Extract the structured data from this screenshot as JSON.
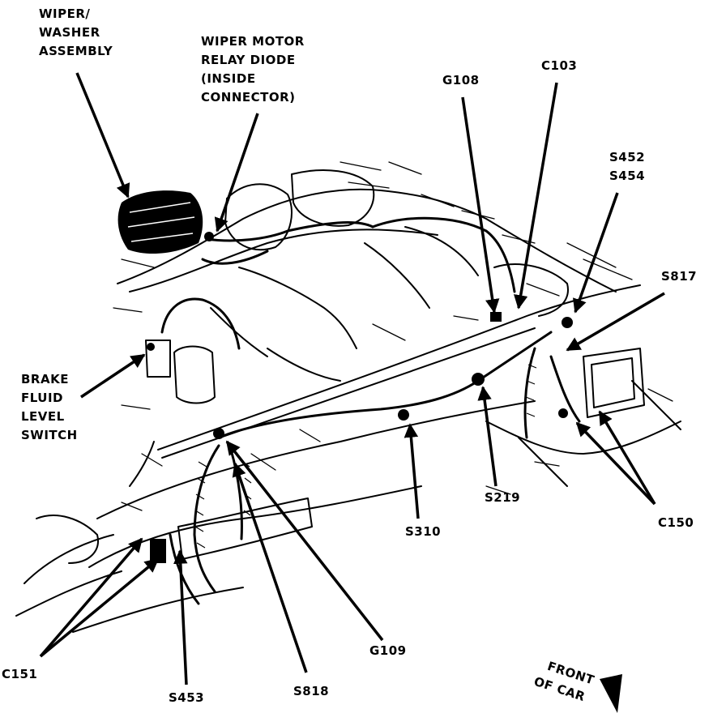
{
  "labels": {
    "wiper_washer": [
      "WIPER/",
      "WASHER",
      "ASSEMBLY"
    ],
    "relay_diode": [
      "WIPER MOTOR",
      "RELAY DIODE",
      "(INSIDE",
      "CONNECTOR)"
    ],
    "g108": "G108",
    "c103": "C103",
    "s452": [
      "S452",
      "S454"
    ],
    "s817": "S817",
    "brake_switch": [
      "BRAKE",
      "FLUID",
      "LEVEL",
      "SWITCH"
    ],
    "s219": "S219",
    "s310": "S310",
    "c150": "C150",
    "c151": "C151",
    "s453": "S453",
    "s818": "S818",
    "g109": "G109",
    "front_of_car": [
      "FRONT",
      "OF CAR"
    ]
  }
}
